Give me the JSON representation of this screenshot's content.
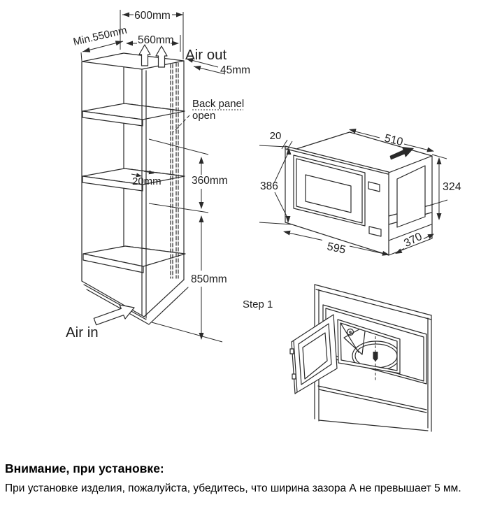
{
  "cabinet": {
    "dim600": "600mm",
    "dimMin550": "Min.550mm",
    "dim560": "560mm",
    "airOut": "Air out",
    "dim45": "45mm",
    "backPanel1": "Back panel",
    "backPanel2": "open",
    "dim20": "20mm",
    "dim360": "360mm",
    "dim850": "850mm",
    "airIn": "Air in"
  },
  "microwave": {
    "dim20": "20",
    "dim510": "510",
    "dim386": "386",
    "dim324": "324",
    "dim595": "595",
    "dim370": "370"
  },
  "step1": {
    "label": "Step 1"
  },
  "notice": {
    "heading": "Внимание, при установке:",
    "body": "При установке изделия, пожалуйста, убедитесь, что ширина зазора А не превышает 5 мм."
  },
  "colors": {
    "line": "#2a2a2a",
    "text": "#1f1f1f",
    "background": "#ffffff"
  }
}
